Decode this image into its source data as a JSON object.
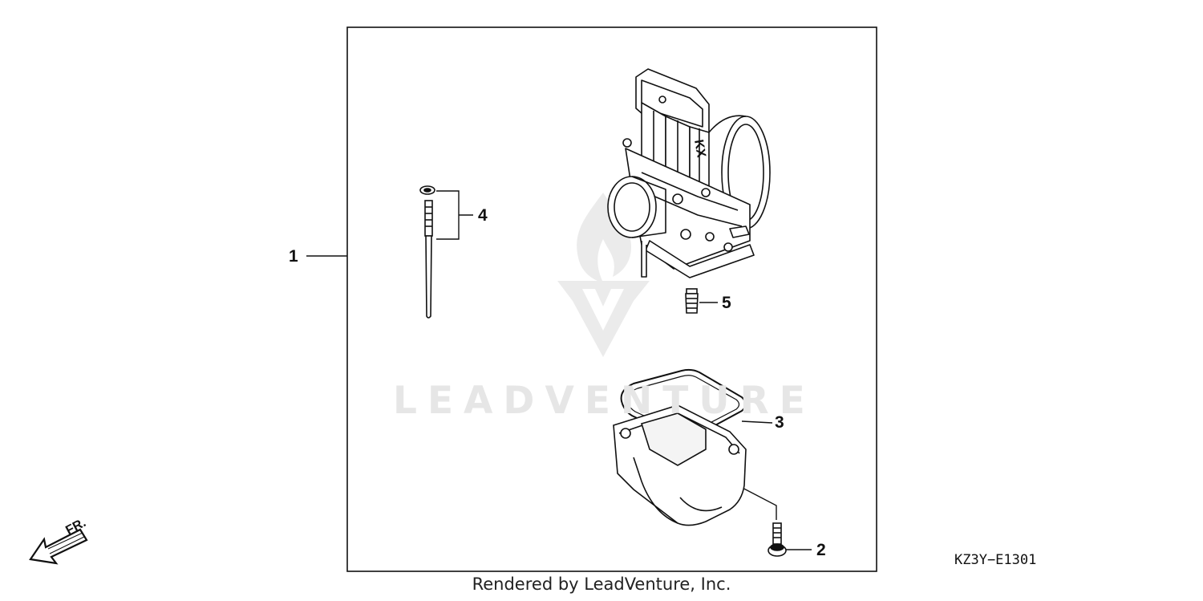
{
  "callouts": [
    {
      "id": "1",
      "label": "1"
    },
    {
      "id": "2",
      "label": "2"
    },
    {
      "id": "3",
      "label": "3"
    },
    {
      "id": "4",
      "label": "4"
    },
    {
      "id": "5",
      "label": "5"
    }
  ],
  "direction_label": "FR.",
  "diagram_code": "KZ3Y−E1301",
  "watermark_text": "LEADVENTURE",
  "footer": "Rendered by LeadVenture, Inc.",
  "icons": {
    "front_arrow": "arrow-down-left-icon",
    "watermark_logo": "leadventure-logo-icon"
  }
}
